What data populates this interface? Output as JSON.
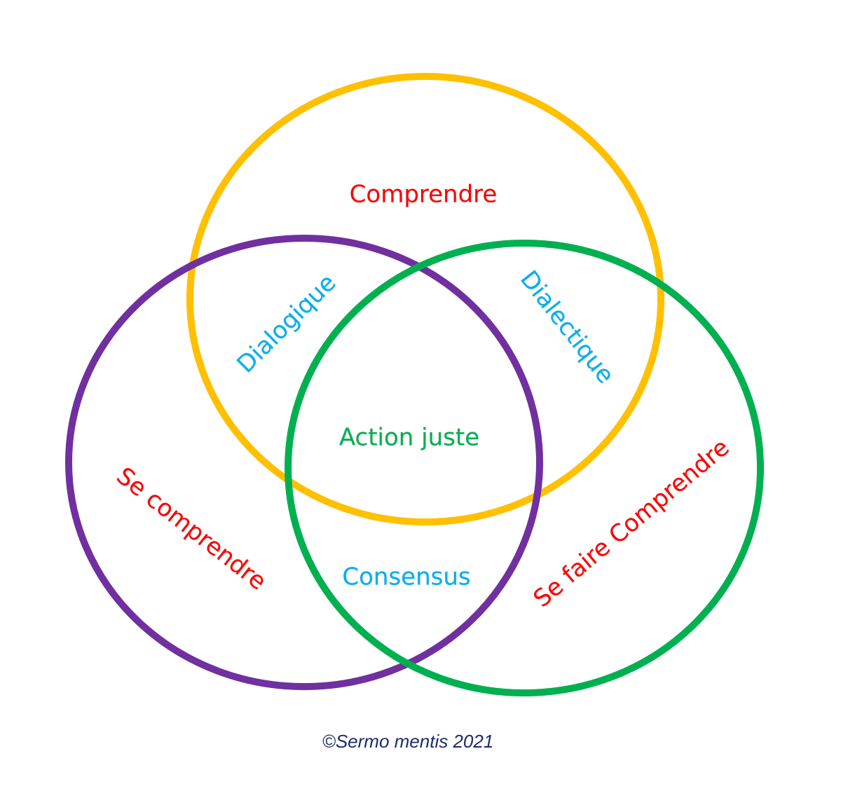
{
  "colors": {
    "top_circle": "#FFC000",
    "left_circle": "#7030A0",
    "right_circle": "#00B050",
    "main_label": "#FF0000",
    "pair_label": "#00B0F0",
    "center_label": "#00B050",
    "credit": "#1F2A6B"
  },
  "labels": {
    "top": "Comprendre",
    "top_left": "Dialogique",
    "top_right": "Dialectique",
    "center": "Action juste",
    "left": "Se comprendre",
    "right": "Se faire Comprendre",
    "bottom": "Consensus"
  },
  "credit": "©Sermo mentis 2021"
}
